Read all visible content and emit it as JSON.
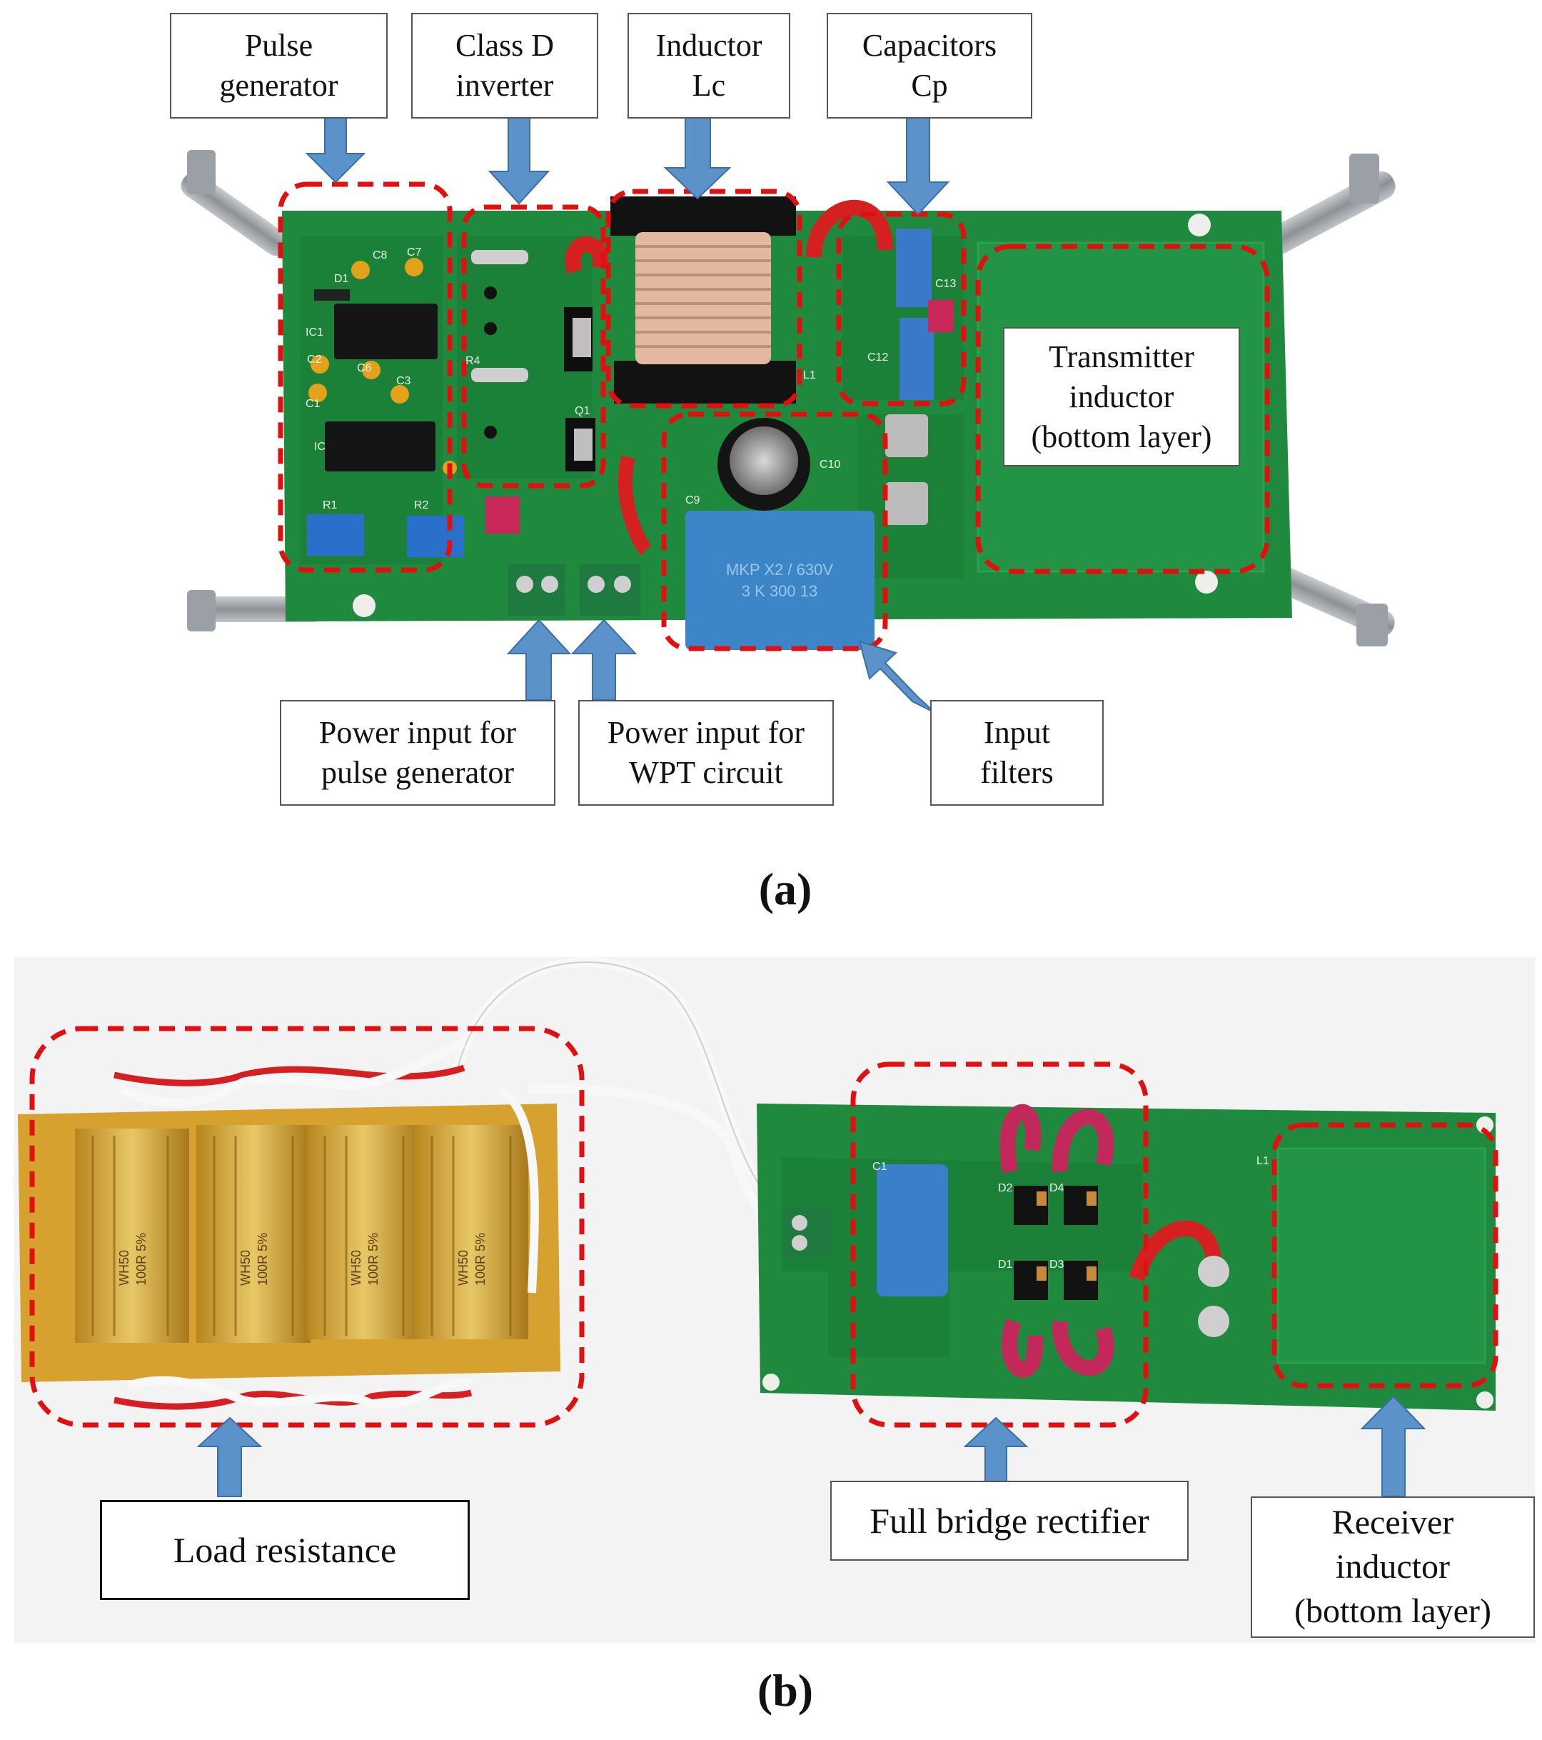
{
  "colors": {
    "pcb_green": "#1e8a3c",
    "region_outline": "#e01010",
    "arrow_blue": "#5b92c9",
    "label_border": "#555555"
  },
  "panel_a": {
    "caption": "(a)",
    "labels": {
      "pulse_generator": "Pulse\ngenerator",
      "class_d_inverter": "Class D\ninverter",
      "inductor_lc": "Inductor\nLc",
      "capacitors_cp": "Capacitors\nCp",
      "transmitter_inductor": "Transmitter\ninductor\n(bottom layer)",
      "power_input_pulse": "Power input for\npulse generator",
      "power_input_wpt": "Power input for\nWPT circuit",
      "input_filters": "Input\nfilters"
    },
    "silkscreen": [
      "C8",
      "C7",
      "D1",
      "IC1",
      "C2",
      "C6",
      "C3",
      "C1",
      "IC",
      "R4",
      "Q1",
      "R1",
      "R2",
      "C13",
      "C12",
      "L1",
      "C9",
      "C10"
    ],
    "component_marking": "MKP X2 / 630V\n3 K 300 13"
  },
  "panel_b": {
    "caption": "(b)",
    "labels": {
      "load_resistance": "Load resistance",
      "full_bridge_rectifier": "Full bridge rectifier",
      "receiver_inductor": "Receiver\ninductor\n(bottom layer)"
    },
    "resistor_markings": [
      "WH50\n100R 5%",
      "WH50\n100R 5%",
      "WH50\n100R 5%",
      "WH50\n100R 5%"
    ],
    "silkscreen": [
      "C1",
      "D2",
      "D4",
      "D1",
      "D3",
      "L1"
    ]
  }
}
